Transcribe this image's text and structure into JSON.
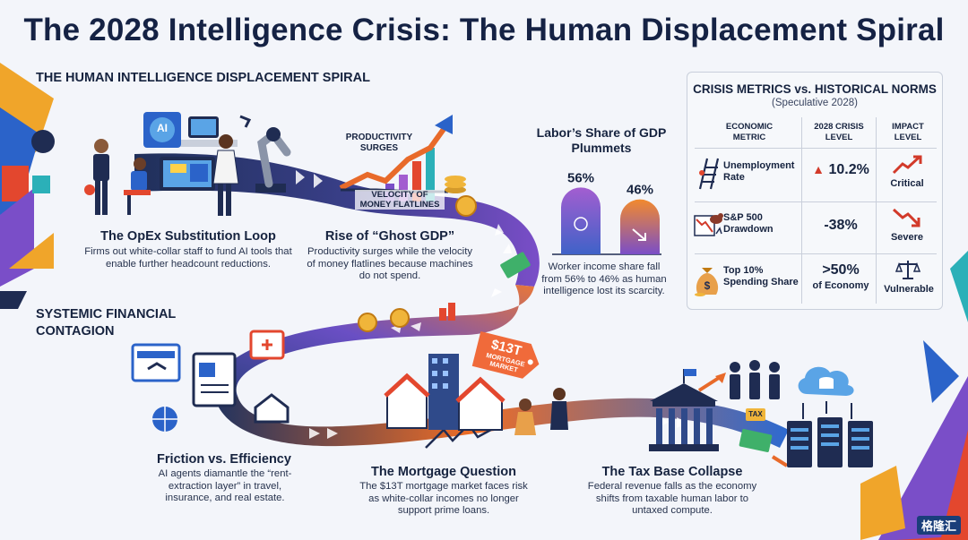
{
  "title": "The 2028 Intelligence Crisis: The Human Displacement Spiral",
  "subtitle": "THE HUMAN INTELLIGENCE DISPLACEMENT SPIRAL",
  "section_systemic": "SYSTEMIC FINANCIAL CONTAGION",
  "stages": [
    {
      "heading": "The OpEx Substitution Loop",
      "desc": "Firms out white-collar staff to fund AI tools that enable further headcount reductions."
    },
    {
      "heading": "Rise of “Ghost GDP”",
      "desc": "Productivity surges while the velocity of money flatlines because machines do not spend."
    },
    {
      "heading": "Friction vs. Efficiency",
      "desc": "AI agents diamantle the “rent-extraction layer” in travel, insurance, and real estate."
    },
    {
      "heading": "The Mortgage Question",
      "desc": "The $13T mortgage market faces risk as white-collar incomes no longer support prime loans."
    },
    {
      "heading": "The Tax Base Collapse",
      "desc": "Federal revenue falls as the economy shifts from taxable human labor to untaxed compute."
    }
  ],
  "illustration_labels": {
    "ai_screen": "AI",
    "productivity": "PRODUCTIVITY SURGES",
    "velocity": "VELOCITY OF MONEY FLATLINES",
    "tag_amount": "$13T",
    "tag_label": "MORTGAGE MARKET",
    "tax": "TAX"
  },
  "chart_data": {
    "type": "bar",
    "title": "Labor’s Share of GDP Plummets",
    "categories": [
      "",
      ""
    ],
    "values": [
      56,
      46
    ],
    "value_labels": [
      "56%",
      "46%"
    ],
    "ylim": [
      0,
      60
    ],
    "caption": "Worker income share fall from 56% to 46% as human intelligence lost its scarcity.",
    "colors": [
      "#6a4fc4",
      "#e86a2a"
    ]
  },
  "metrics": {
    "title": "CRISIS METRICS vs. HISTORICAL NORMS",
    "subtitle": "(Speculative 2028)",
    "columns": [
      "ECONOMIC METRIC",
      "2028 CRISIS LEVEL",
      "IMPACT LEVEL"
    ],
    "rows": [
      {
        "metric": "Unemployment Rate",
        "value": "10.2%",
        "impact": "Critical",
        "icon": "ladder-icon",
        "impact_icon": "trend-up-icon"
      },
      {
        "metric": "S&P 500 Drawdown",
        "value": "-38%",
        "impact": "Severe",
        "icon": "bear-chart-icon",
        "impact_icon": "trend-down-icon"
      },
      {
        "metric": "Top 10% Spending Share",
        "value": ">50%",
        "value_sub": "of Economy",
        "impact": "Vulnerable",
        "icon": "money-bag-icon",
        "impact_icon": "scales-icon"
      }
    ],
    "accent_up": "#d23a2a"
  },
  "watermark": "格隆汇",
  "colors": {
    "navy": "#1f2c52",
    "purple": "#6a4fc4",
    "orange": "#ee7a2a",
    "blue": "#2a62c8",
    "teal": "#2bb0b8"
  }
}
